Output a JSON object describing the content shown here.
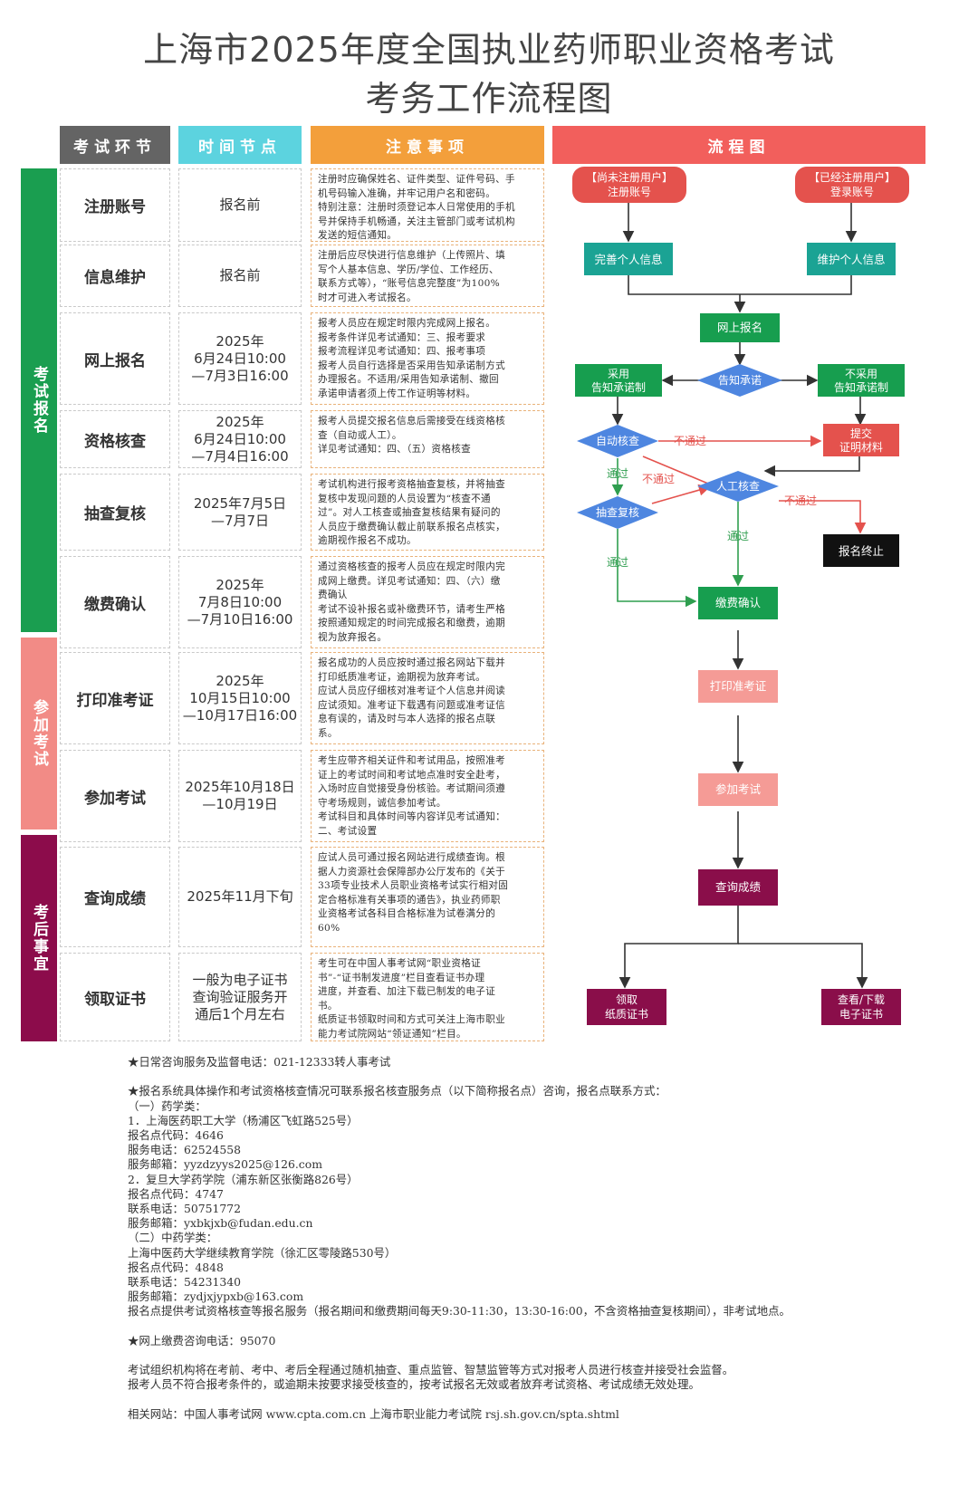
{
  "title": {
    "line1": "上海市2025年度全国执业药师职业资格考试",
    "line2": "考务工作流程图"
  },
  "headers": {
    "stage": "考试环节",
    "time": "时间节点",
    "notes": "注意事项",
    "flow": "流程图"
  },
  "colors": {
    "stage_header": "#646464",
    "time_header": "#5cd3df",
    "notes_header": "#f39f3b",
    "flow_header": "#f25f5c",
    "phase_exam_signup": "#1a9e50",
    "phase_attend": "#f28b86",
    "phase_after": "#8c0c4b",
    "box_green": "#179e4f",
    "box_teal": "#1ba394",
    "diamond_blue": "#4e86e0",
    "box_red": "#e4524d",
    "box_pink": "#f59b96",
    "box_maroon": "#8a0e4a",
    "box_black": "#111111"
  },
  "phases": [
    {
      "label": "考试报名"
    },
    {
      "label": "参加考试"
    },
    {
      "label": "考后事宜"
    }
  ],
  "rows": [
    {
      "stage": "注册账号",
      "time": [
        "报名前"
      ],
      "notes": [
        "注册时应确保姓名、证件类型、证件号码、手",
        "机号码输入准确，并牢记用户名和密码。",
        "特别注意：注册时须登记本人日常使用的手机",
        "号并保持手机畅通，关注主管部门或考试机构",
        "发送的短信通知。"
      ]
    },
    {
      "stage": "信息维护",
      "time": [
        "报名前"
      ],
      "notes": [
        "注册后应尽快进行信息维护（上传照片、填",
        "写个人基本信息、学历/学位、工作经历、",
        "联系方式等），“账号信息完整度”为100%",
        "时才可进入考试报名。"
      ]
    },
    {
      "stage": "网上报名",
      "time": [
        "2025年",
        "6月24日10:00",
        "—7月3日16:00"
      ],
      "notes": [
        "报考人员应在规定时限内完成网上报名。",
        "报考条件详见考试通知：三、报考要求",
        "报考流程详见考试通知：四、报考事项",
        "报考人员自行选择是否采用告知承诺制方式",
        "办理报名。不适用/采用告知承诺制、撤回",
        "承诺申请者须上传工作证明等材料。"
      ]
    },
    {
      "stage": "资格核查",
      "time": [
        "2025年",
        "6月24日10:00",
        "—7月4日16:00"
      ],
      "notes": [
        "报考人员提交报名信息后需接受在线资格核",
        "查（自动或人工）。",
        "详见考试通知：四、（五）资格核查"
      ]
    },
    {
      "stage": "抽查复核",
      "time": [
        "2025年7月5日",
        "—7月7日"
      ],
      "notes": [
        "考试机构进行报考资格抽查复核，并将抽查",
        "复核中发现问题的人员设置为“核查不通",
        "过”。对人工核查或抽查复核结果有疑问的",
        "人员应于缴费确认截止前联系报名点核实，",
        "逾期视作报名不成功。"
      ]
    },
    {
      "stage": "缴费确认",
      "time": [
        "2025年",
        "7月8日10:00",
        "—7月10日16:00"
      ],
      "notes": [
        "通过资格核查的报考人员应在规定时限内完",
        "成网上缴费。详见考试通知：四、（六）缴",
        "费确认",
        "考试不设补报名或补缴费环节，请考生严格",
        "按照通知规定的时间完成报名和缴费，逾期",
        "视为放弃报名。"
      ]
    },
    {
      "stage": "打印准考证",
      "time": [
        "2025年",
        "10月15日10:00",
        "—10月17日16:00"
      ],
      "notes": [
        "报名成功的人员应按时通过报名网站下载并",
        "打印纸质准考证，逾期视为放弃考试。",
        "应试人员应仔细核对准考证个人信息并阅读",
        "应试须知。准考证下载遇有问题或准考证信",
        "息有误的，请及时与本人选择的报名点联",
        "系。"
      ]
    },
    {
      "stage": "参加考试",
      "time": [
        "2025年10月18日",
        "—10月19日"
      ],
      "notes": [
        "考生应带齐相关证件和考试用品，按照准考",
        "证上的考试时间和考试地点准时安全赴考，",
        "入场时应自觉接受身份核验。考试期间须遵",
        "守考场规则，诚信参加考试。",
        "考试科目和具体时间等内容详见考试通知：",
        "二、考试设置"
      ]
    },
    {
      "stage": "查询成绩",
      "time": [
        "2025年11月下旬"
      ],
      "notes": [
        "应试人员可通过报名网站进行成绩查询。根",
        "据人力资源社会保障部办公厅发布的《关于",
        "33项专业技术人员职业资格考试实行相对固",
        "定合格标准有关事项的通告》，执业药师职",
        "业资格考试各科目合格标准为试卷满分的",
        "60%"
      ]
    },
    {
      "stage": "领取证书",
      "time": [
        "一般为电子证书",
        "查询验证服务开",
        "通后1个月左右"
      ],
      "notes": [
        "考生可在中国人事考试网“职业资格证",
        "书”-“证书制发进度”栏目查看证书办理",
        "进度，并查看、加注下载已制发的电子证",
        "书。",
        "纸质证书领取时间和方式可关注上海市职业",
        "能力考试院网站“领证通知”栏目。"
      ]
    }
  ],
  "flow": {
    "unregistered": [
      "【尚未注册用户】",
      "注册账号"
    ],
    "registered": [
      "【已经注册用户】",
      "登录账号"
    ],
    "complete_info": "完善个人信息",
    "maintain_info": "维护个人信息",
    "online_signup": "网上报名",
    "commitment": "告知承诺",
    "adopt": [
      "采用",
      "告知承诺制"
    ],
    "not_adopt": [
      "不采用",
      "告知承诺制"
    ],
    "auto_check": "自动核查",
    "submit_proof": [
      "提交",
      "证明材料"
    ],
    "manual_check": "人工核查",
    "spot_check": "抽查复核",
    "terminate": "报名终止",
    "payment": "缴费确认",
    "print_ticket": "打印准考证",
    "attend_exam": "参加考试",
    "query_score": "查询成绩",
    "paper_cert": [
      "领取",
      "纸质证书"
    ],
    "e_cert": [
      "查看/下载",
      "电子证书"
    ],
    "pass": "通过",
    "fail": "不通过"
  },
  "footer": [
    "★日常咨询服务及监督电话：021-12333转人事考试",
    "",
    "★报名系统具体操作和考试资格核查情况可联系报名核查服务点（以下简称报名点）咨询，报名点联系方式：",
    "（一）药学类：",
    "1．上海医药职工大学（杨浦区飞虹路525号）",
    "报名点代码：4646",
    "服务电话：62524558",
    "服务邮箱：yyzdzyys2025@126.com",
    "2．复旦大学药学院（浦东新区张衡路826号）",
    "报名点代码：4747",
    "联系电话：50751772",
    "服务邮箱：yxbkjxb@fudan.edu.cn",
    "（二）中药学类：",
    "上海中医药大学继续教育学院（徐汇区零陵路530号）",
    "报名点代码：4848",
    "联系电话：54231340",
    "服务邮箱：zydjxjypxb@163.com",
    "报名点提供考试资格核查等报名服务（报名期间和缴费期间每天9:30-11:30，13:30-16:00，不含资格抽查复核期间），非考试地点。",
    "",
    "★网上缴费咨询电话：95070",
    "",
    "考试组织机构将在考前、考中、考后全程通过随机抽查、重点监管、智慧监管等方式对报考人员进行核查并接受社会监督。",
    "报考人员不符合报考条件的，或逾期未按要求接受核查的，按考试报名无效或者放弃考试资格、考试成绩无效处理。",
    "",
    "相关网站：中国人事考试网 www.cpta.com.cn    上海市职业能力考试院 rsj.sh.gov.cn/spta.shtml"
  ]
}
